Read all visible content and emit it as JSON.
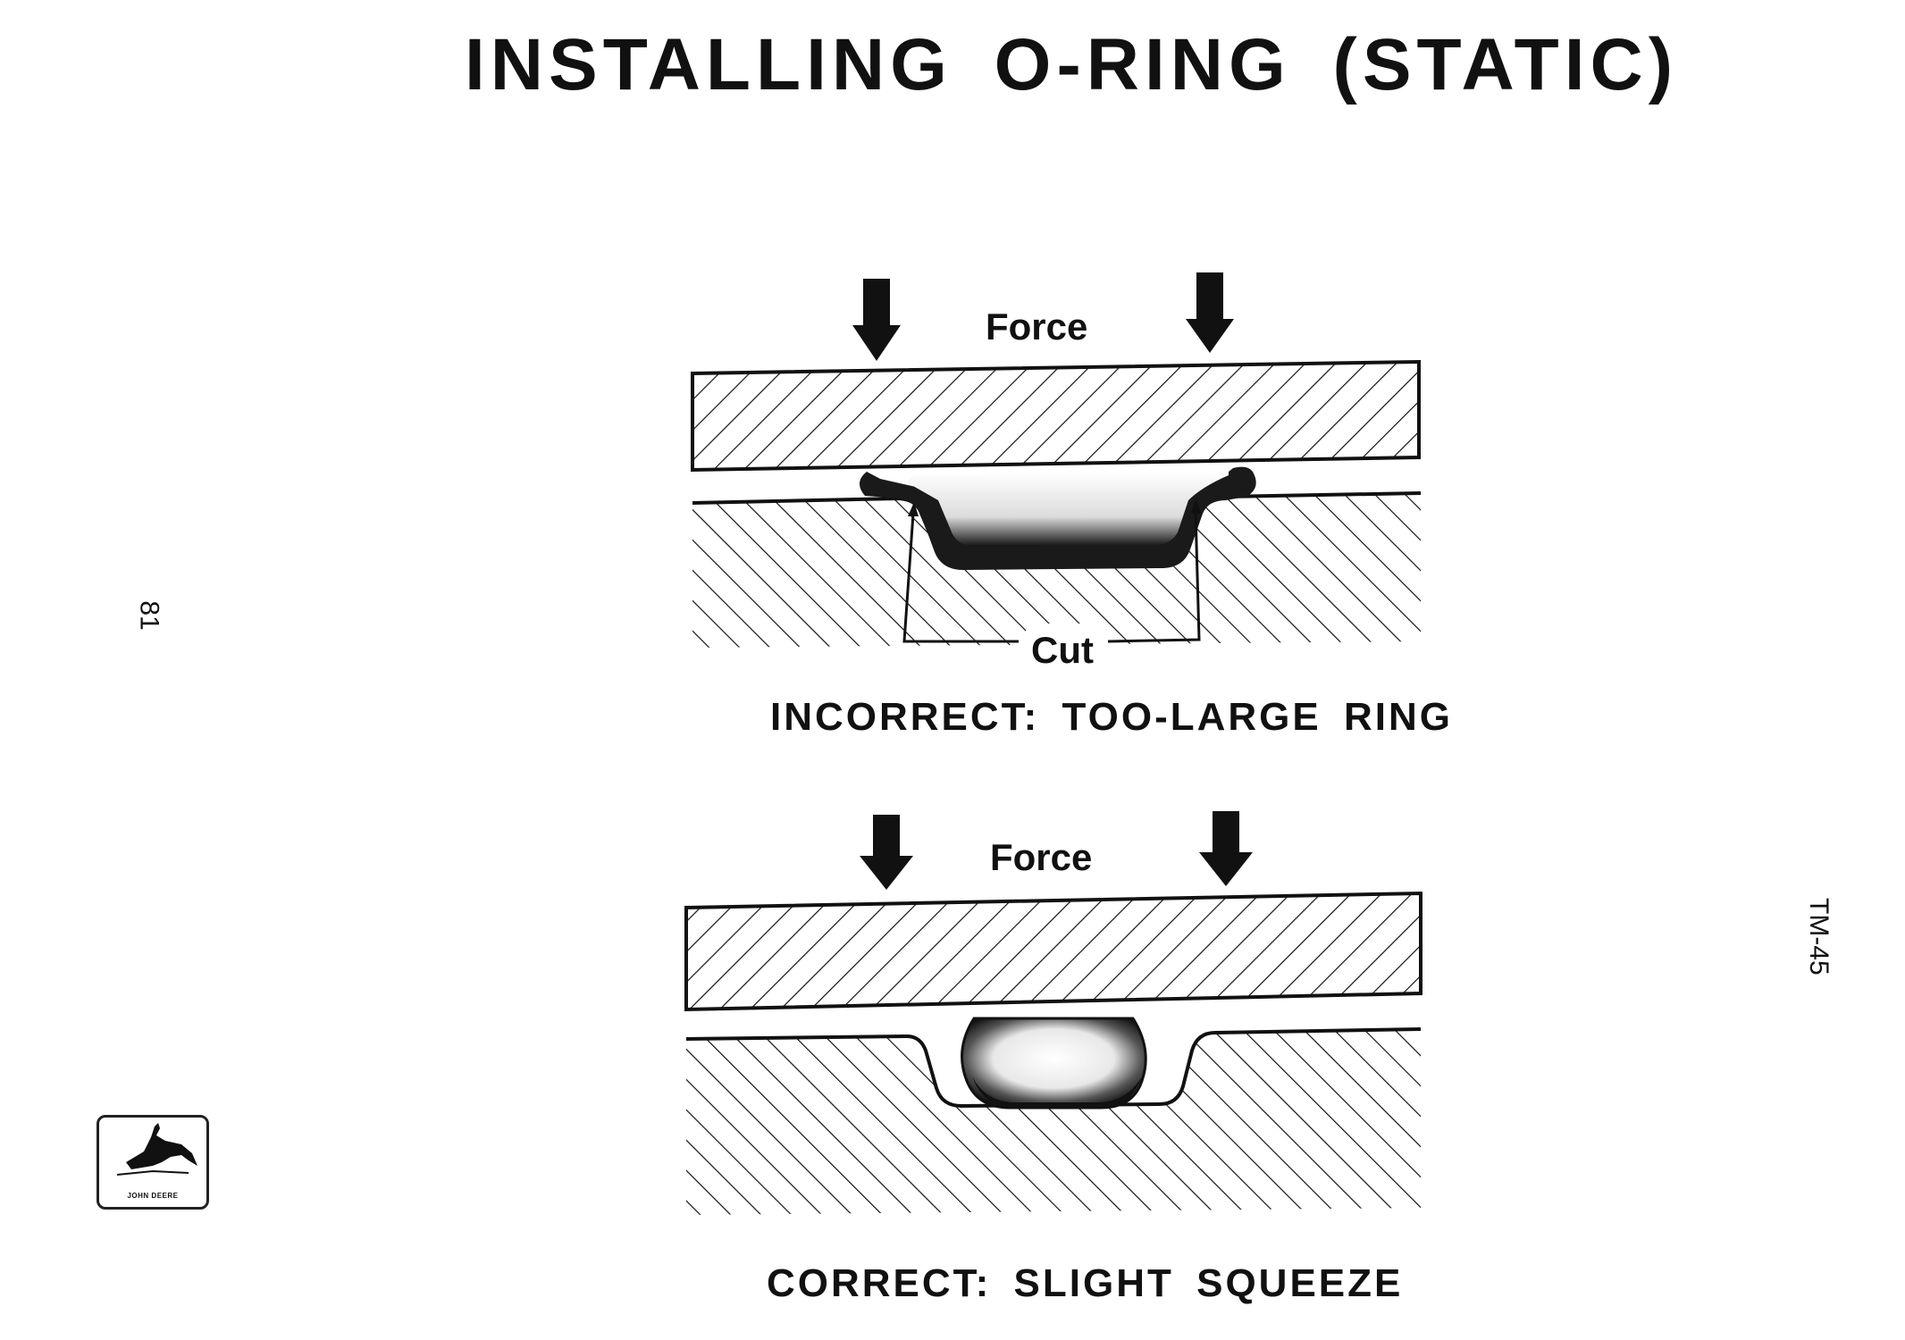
{
  "title": "INSTALLING O-RING (STATIC)",
  "page_number": "81",
  "doc_id": "TM-45",
  "diagrams": [
    {
      "force_label": "Force",
      "cut_label": "Cut",
      "caption": "INCORRECT: TOO-LARGE RING"
    },
    {
      "force_label": "Force",
      "caption": "CORRECT: SLIGHT SQUEEZE"
    }
  ],
  "logo": {
    "text": "JOHN DEERE",
    "icon": "leaping-deer-icon"
  },
  "colors": {
    "ink": "#111111",
    "ring": "#1a1a1a",
    "background": "#ffffff"
  }
}
